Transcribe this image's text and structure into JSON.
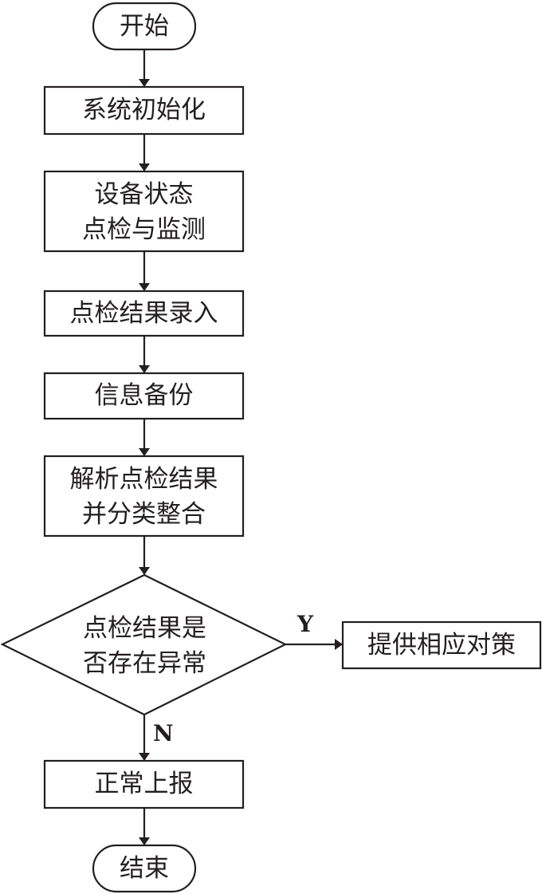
{
  "flowchart": {
    "start": "开始",
    "steps": [
      {
        "id": "init",
        "lines": [
          "系统初始化"
        ]
      },
      {
        "id": "inspect",
        "lines": [
          "设备状态",
          "点检与监测"
        ]
      },
      {
        "id": "record",
        "lines": [
          "点检结果录入"
        ]
      },
      {
        "id": "backup",
        "lines": [
          "信息备份"
        ]
      },
      {
        "id": "parse",
        "lines": [
          "解析点检结果",
          "并分类整合"
        ]
      }
    ],
    "decision": {
      "lines": [
        "点检结果是",
        "否存在异常"
      ],
      "yes_label": "Y",
      "no_label": "N"
    },
    "yes_action": "提供相应对策",
    "no_action": "正常上报",
    "end": "结束"
  }
}
